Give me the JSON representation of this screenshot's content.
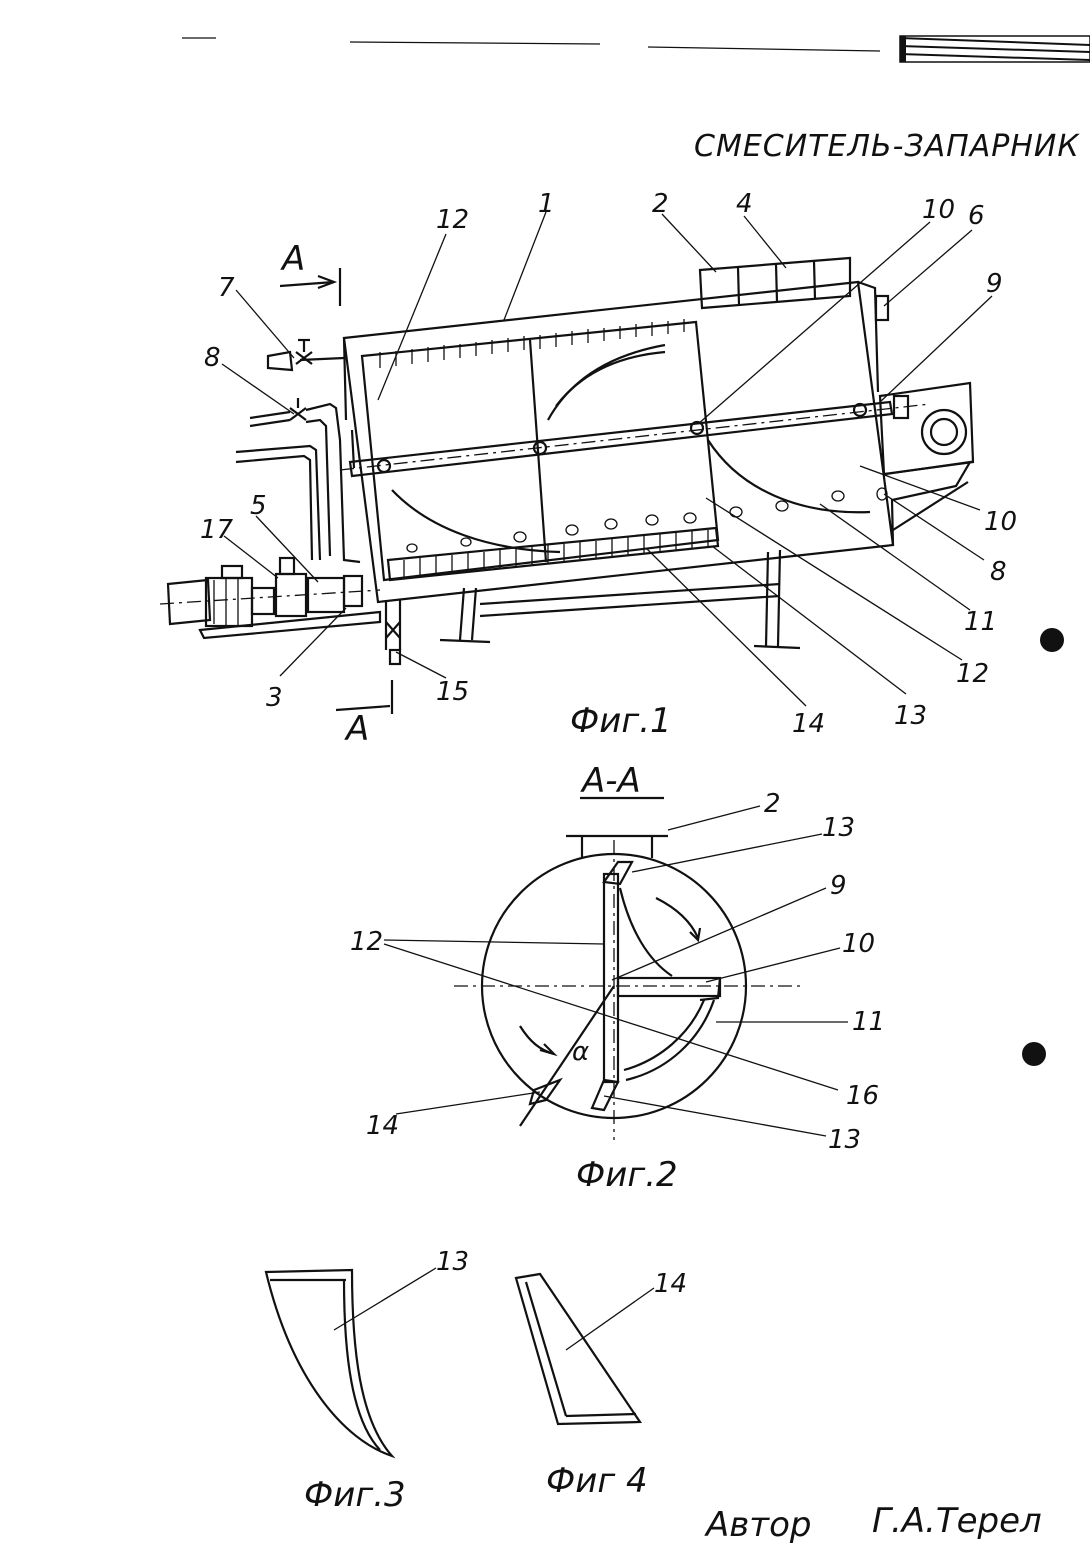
{
  "title": "СМЕСИТЕЛЬ-ЗАПАРНИК",
  "figures": {
    "fig1": {
      "caption": "Фиг.1"
    },
    "fig2": {
      "caption": "Фиг.2",
      "section": "А-А",
      "angle_symbol": "α"
    },
    "fig3": {
      "caption": "Фиг.3"
    },
    "fig4": {
      "caption": "Фиг 4"
    }
  },
  "section_marks": [
    "A",
    "A"
  ],
  "fig1_labels": [
    "12",
    "1",
    "2",
    "4",
    "10",
    "6",
    "9",
    "7",
    "8",
    "17",
    "5",
    "3",
    "15",
    "14",
    "13",
    "12",
    "11",
    "8",
    "10"
  ],
  "fig2_labels": [
    "2",
    "13",
    "9",
    "12",
    "10",
    "11",
    "16",
    "14",
    "13"
  ],
  "fig3_labels": [
    "13"
  ],
  "fig4_labels": [
    "14"
  ],
  "footer": {
    "author_label": "Автор",
    "author_name": "Г.А.Терел"
  }
}
